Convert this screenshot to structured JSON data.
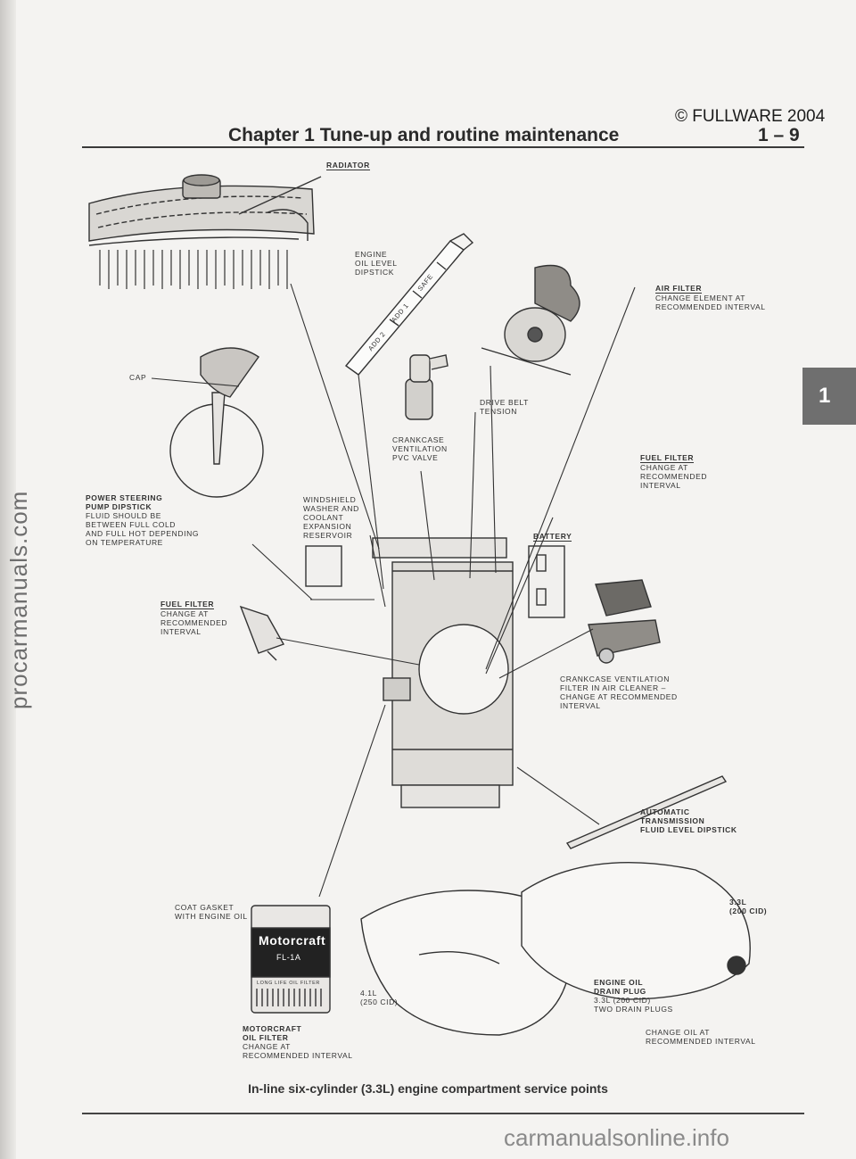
{
  "copyright": "© FULLWARE 2004",
  "header": {
    "chapter": "Chapter 1  Tune-up and routine maintenance",
    "page_number": "1 – 9"
  },
  "side_tab": "1",
  "watermarks": {
    "left": "procarmanuals.com",
    "bottom": "carmanualsonline.info"
  },
  "caption": "In-line six-cylinder (3.3L) engine compartment service points",
  "labels": {
    "radiator": "RADIATOR",
    "engine_oil_dipstick": [
      "ENGINE",
      "OIL LEVEL",
      "DIPSTICK"
    ],
    "dipstick_marks": [
      "ADD 2",
      "ADD 1",
      "SAFE"
    ],
    "air_filter": {
      "title": "AIR FILTER",
      "lines": [
        "CHANGE ELEMENT AT",
        "RECOMMENDED INTERVAL"
      ]
    },
    "cap": "CAP",
    "drive_belt": [
      "DRIVE BELT",
      "TENSION"
    ],
    "crankcase_ventilation": {
      "title": [
        "CRANKCASE",
        "VENTILATION"
      ],
      "sub": "PVC VALVE"
    },
    "fuel_filter_right": {
      "title": "FUEL FILTER",
      "lines": [
        "CHANGE AT",
        "RECOMMENDED",
        "INTERVAL"
      ]
    },
    "power_steering": {
      "title": [
        "POWER STEERING",
        "PUMP DIPSTICK"
      ],
      "lines": [
        "FLUID SHOULD BE",
        "BETWEEN FULL COLD",
        "AND FULL HOT DEPENDING",
        "ON TEMPERATURE"
      ]
    },
    "windshield": [
      "WINDSHIELD",
      "WASHER AND",
      "COOLANT",
      "EXPANSION",
      "RESERVOIR"
    ],
    "battery": "BATTERY",
    "fuel_filter_left": {
      "title": "FUEL FILTER",
      "lines": [
        "CHANGE AT",
        "RECOMMENDED",
        "INTERVAL"
      ]
    },
    "crankcase_filter": [
      "CRANKCASE VENTILATION",
      "FILTER IN AIR CLEANER –",
      "CHANGE AT RECOMMENDED",
      "INTERVAL"
    ],
    "auto_trans": [
      "AUTOMATIC",
      "TRANSMISSION",
      "FLUID LEVEL DIPSTICK"
    ],
    "coat_gasket": [
      "COAT GASKET",
      "WITH ENGINE OIL"
    ],
    "oil_filter_brand": "Motorcraft",
    "oil_filter_part": "FL-1A",
    "oil_filter_sub": "LONG LIFE OIL FILTER",
    "pan_41": [
      "4.1L",
      "(250 CID)"
    ],
    "pan_33": [
      "3.3L",
      "(200 CID)"
    ],
    "drain_plug": {
      "title": [
        "ENGINE OIL",
        "DRAIN PLUG"
      ],
      "lines": [
        "3.3L (200 CID)",
        "TWO DRAIN PLUGS"
      ]
    },
    "motorcraft_filter": {
      "title": [
        "MOTORCRAFT",
        "OIL FILTER"
      ],
      "lines": [
        "CHANGE AT",
        "RECOMMENDED INTERVAL"
      ]
    },
    "change_oil": [
      "CHANGE OIL AT",
      "RECOMMENDED INTERVAL"
    ]
  }
}
